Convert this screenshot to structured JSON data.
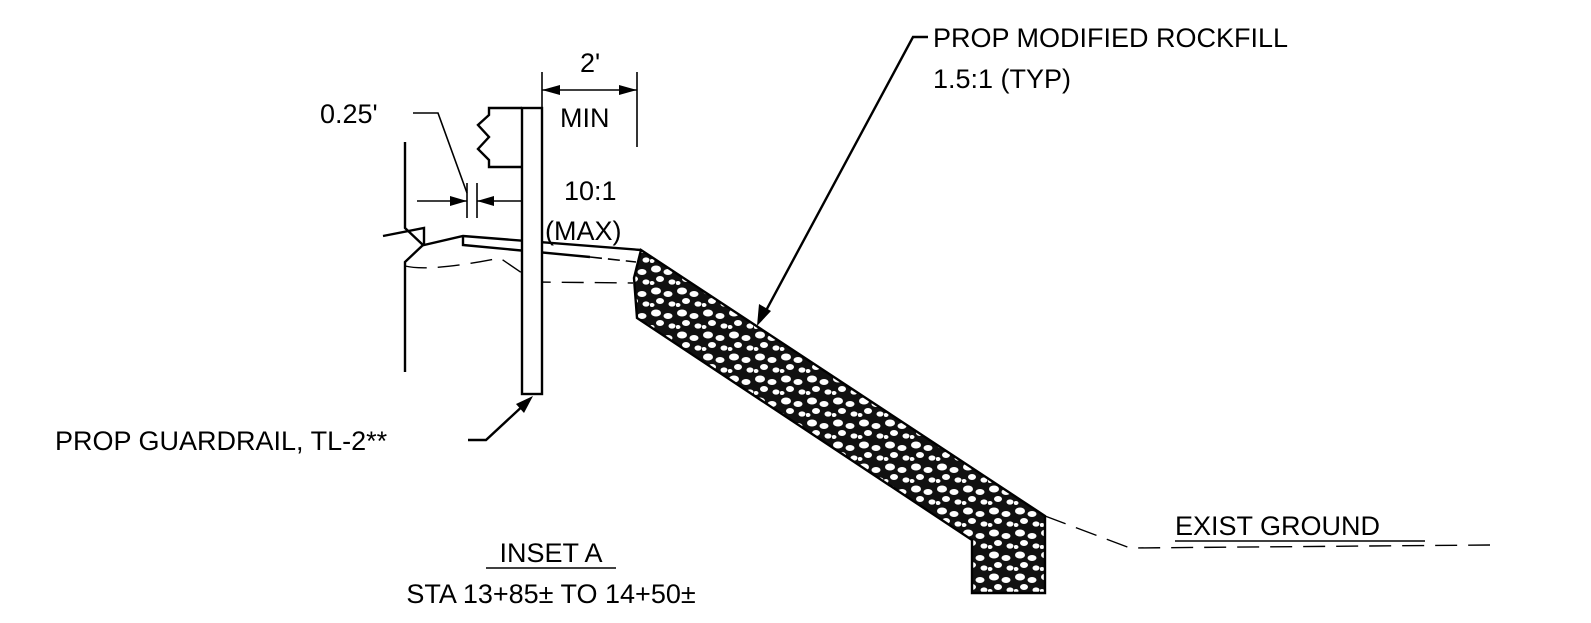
{
  "labels": {
    "rockfill_line1": "PROP MODIFIED ROCKFILL",
    "rockfill_line2": "1.5:1 (TYP)",
    "dim_2ft": "2'",
    "dim_min": "MIN",
    "dim_025": "0.25'",
    "slope_ratio": "10:1",
    "slope_max": "(MAX)",
    "guardrail": "PROP GUARDRAIL, TL-2**",
    "exist_ground": "EXIST GROUND",
    "inset_title": "INSET A",
    "inset_station": "STA 13+85± TO 14+50±"
  }
}
